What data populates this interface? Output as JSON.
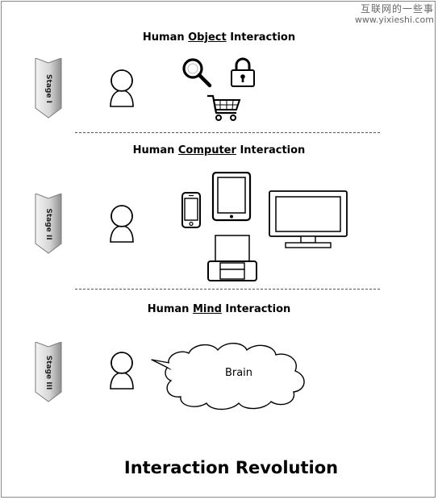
{
  "watermark": {
    "chinese": "互联网的一些事",
    "url": "www.yixieshi.com"
  },
  "stages": [
    {
      "label": "Stage I",
      "title_pre": "Human ",
      "title_key": "Object",
      "title_post": " Interaction"
    },
    {
      "label": "Stage II",
      "title_pre": "Human ",
      "title_key": "Computer",
      "title_post": " Interaction"
    },
    {
      "label": "Stage III",
      "title_pre": "Human ",
      "title_key": "Mind",
      "title_post": " Interaction"
    }
  ],
  "cloud_label": "Brain",
  "main_title": "Interaction Revolution",
  "icons": {
    "stage1": [
      "magnifier-icon",
      "padlock-icon",
      "shopping-cart-icon"
    ],
    "stage2": [
      "smartphone-icon",
      "tablet-icon",
      "monitor-icon",
      "printer-icon"
    ],
    "stage3": [
      "speech-cloud"
    ]
  },
  "colors": {
    "arrow_light": "#f2f2f2",
    "arrow_dark": "#9a9a9a",
    "line": "#555555"
  }
}
